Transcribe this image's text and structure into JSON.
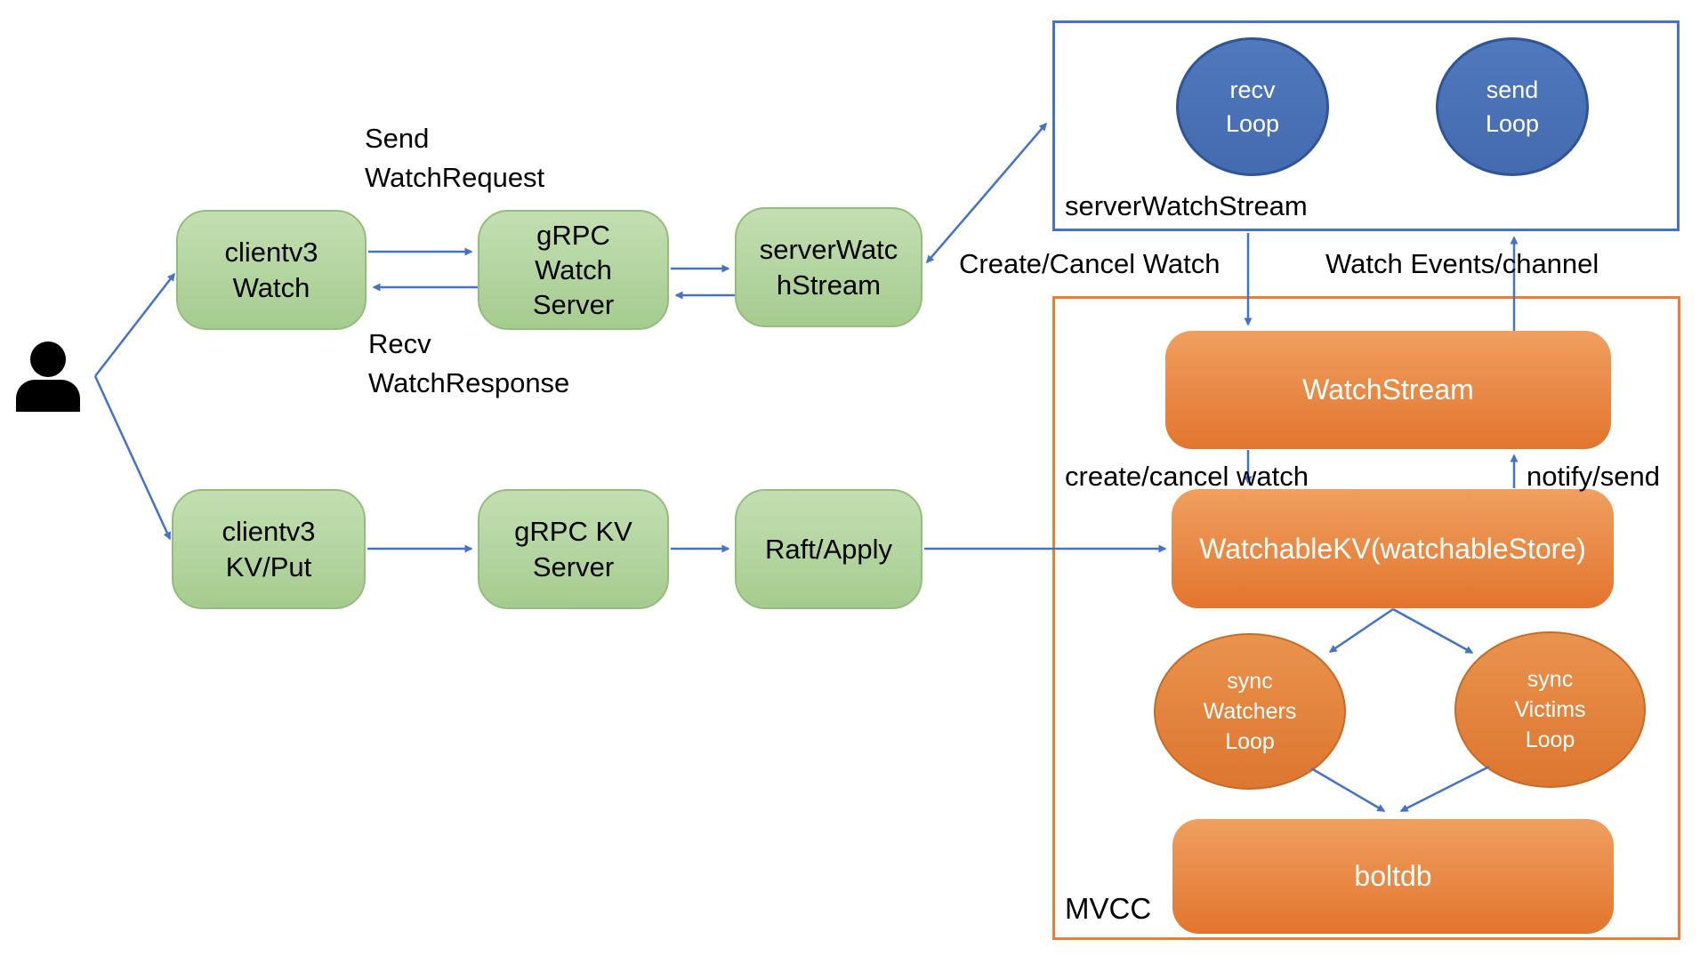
{
  "colors": {
    "arrow_blue": "#4472c4",
    "blue_container_border": "#4472c4",
    "blue_ellipse_fill": "#4a72b8",
    "green_node_fill": "#b4d59e",
    "orange_container_border": "#ed7d31",
    "orange_node_fill": "#e8873f",
    "text_black": "#000000",
    "text_white": "#ffffff"
  },
  "green_boxes": [
    {
      "lines": [
        "clientv3",
        "Watch"
      ]
    },
    {
      "lines": [
        "gRPC",
        "Watch",
        "Server"
      ]
    },
    {
      "lines": [
        "serverWatc",
        "hStream"
      ]
    },
    {
      "lines": [
        "clientv3",
        "KV/Put"
      ]
    },
    {
      "lines": [
        "gRPC KV",
        "Server"
      ]
    },
    {
      "lines": [
        "Raft/Apply"
      ]
    }
  ],
  "blue_container": {
    "label": "serverWatchStream",
    "ellipses": [
      {
        "lines": [
          "recv",
          "Loop"
        ]
      },
      {
        "lines": [
          "send",
          "Loop"
        ]
      }
    ]
  },
  "orange_container": {
    "label": "MVCC",
    "boxes": [
      {
        "label": "WatchStream"
      },
      {
        "label": "WatchableKV(watchableStore)"
      },
      {
        "label": "boltdb"
      }
    ],
    "ellipses": [
      {
        "lines": [
          "sync",
          "Watchers",
          "Loop"
        ]
      },
      {
        "lines": [
          "sync",
          "Victims",
          "Loop"
        ]
      }
    ]
  },
  "edge_labels": {
    "send_watch_request": {
      "lines": [
        "Send",
        "WatchRequest"
      ]
    },
    "recv_watch_response": {
      "lines": [
        "Recv",
        "WatchResponse"
      ]
    },
    "create_cancel_watch_outer": "Create/Cancel Watch",
    "watch_events_channel": "Watch Events/channel",
    "create_cancel_watch_inner": "create/cancel watch",
    "notify_send": "notify/send"
  }
}
